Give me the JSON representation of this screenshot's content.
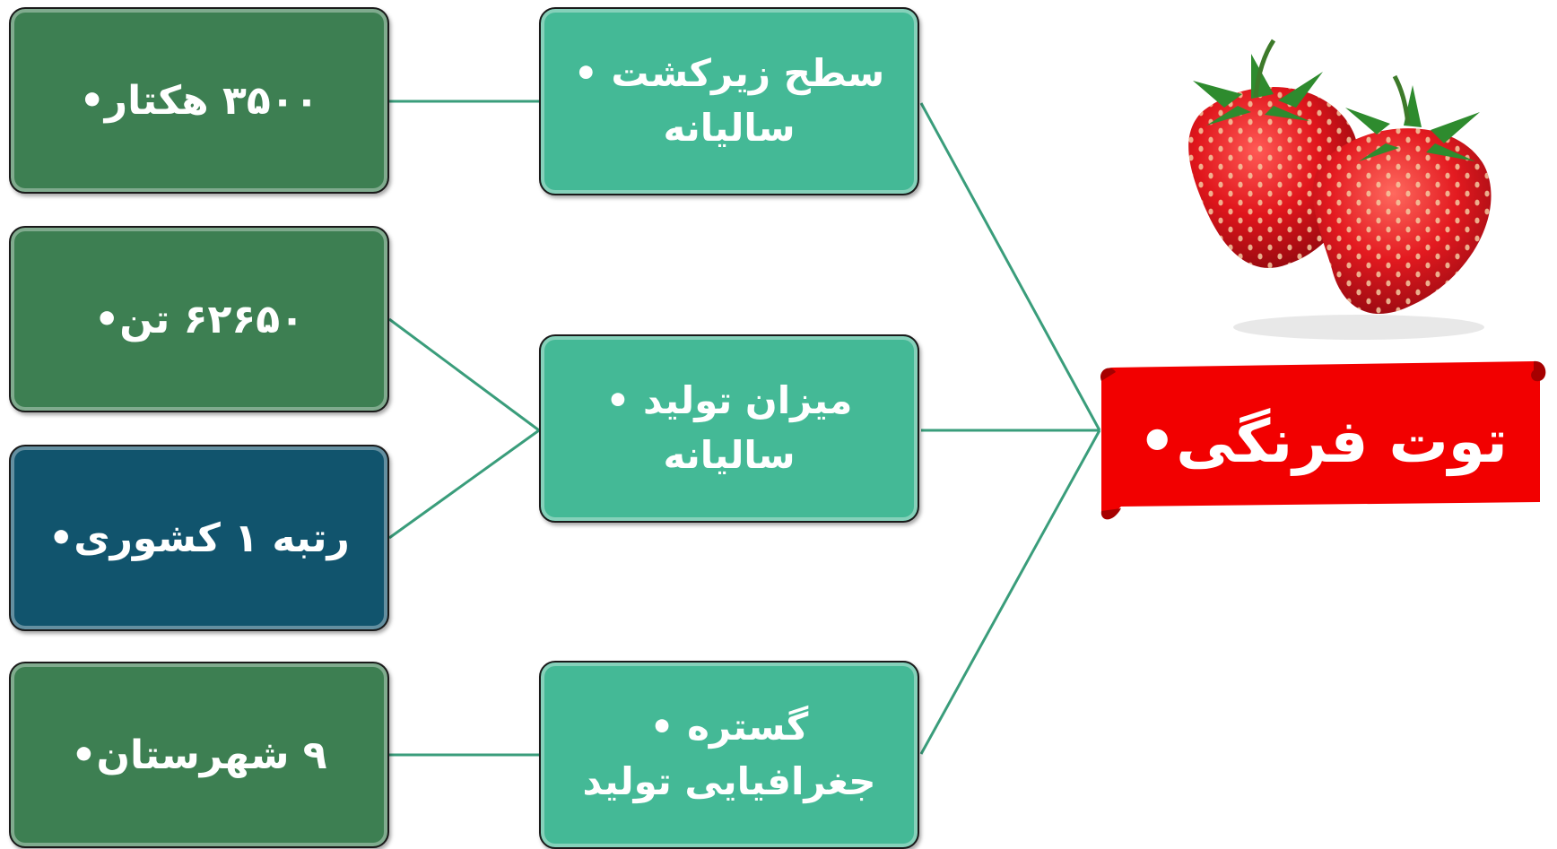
{
  "title": "توت فرنگی•",
  "categories": [
    {
      "label": "سطح زیرکشت • سالیانه"
    },
    {
      "label": "میزان تولید • سالیانه"
    },
    {
      "label": "گستره • جغرافیایی تولید"
    }
  ],
  "values": [
    {
      "label": "۳۵۰۰ هکتار•",
      "color": "#3d7f52"
    },
    {
      "label": "۶۲۶۵۰ تن•",
      "color": "#3d7f52"
    },
    {
      "label": "رتبه ۱ کشوری•",
      "color": "#11546d"
    },
    {
      "label": "۹ شهرستان•",
      "color": "#3d7f52"
    }
  ],
  "colors": {
    "category_box": "#44b996",
    "value_box_green": "#3d7f52",
    "value_box_blue": "#11546d",
    "title_banner": "#f20000",
    "connector": "#2f8f6e"
  },
  "icons": {
    "illustration": "strawberry-illustration"
  }
}
